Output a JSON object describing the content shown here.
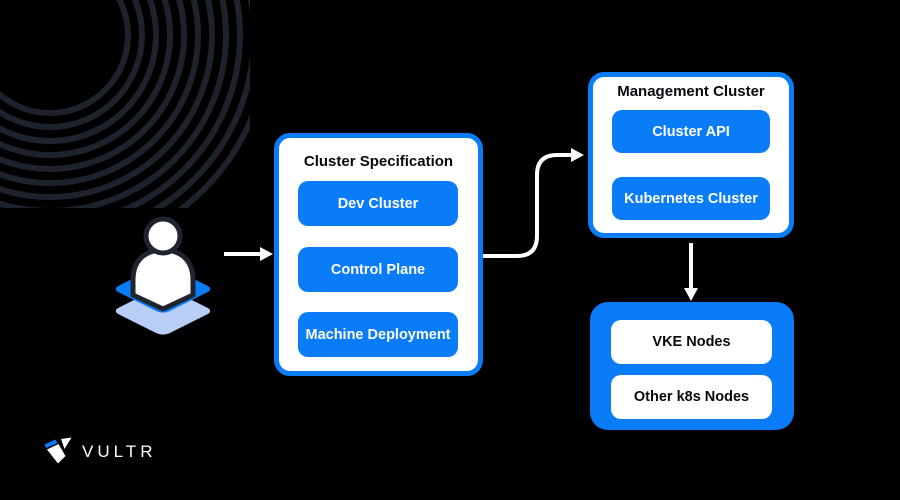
{
  "palette": {
    "blue": "#0a7cf8",
    "light_blue": "#b8cef6",
    "background": "#000000",
    "arc": "#1d222d"
  },
  "logo": {
    "wordmark": "VULTR"
  },
  "diagram": {
    "user_icon": "person-on-layers-icon",
    "cluster_spec": {
      "title": "Cluster Specification",
      "items": [
        "Dev Cluster",
        "Control Plane",
        "Machine Deployment"
      ]
    },
    "management": {
      "title": "Management Cluster",
      "items": [
        "Cluster API",
        "Kubernetes Cluster"
      ]
    },
    "nodes": {
      "items": [
        "VKE Nodes",
        "Other k8s Nodes"
      ]
    },
    "connections": [
      {
        "from": "user",
        "to": "cluster-specification"
      },
      {
        "from": "cluster-specification",
        "to": "management-cluster"
      },
      {
        "from": "management-cluster",
        "to": "nodes"
      }
    ]
  }
}
